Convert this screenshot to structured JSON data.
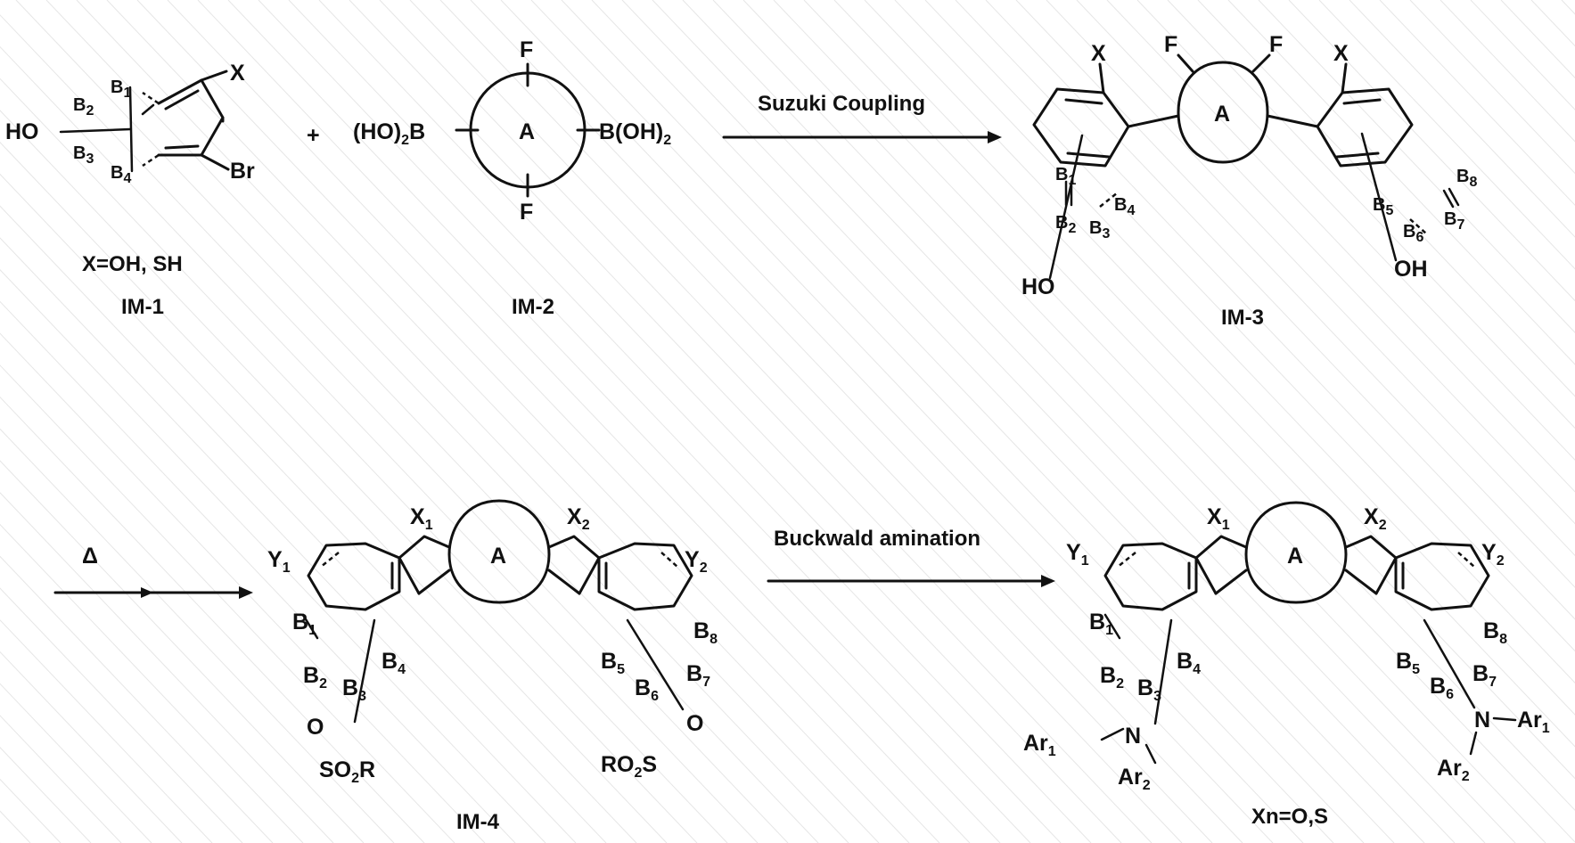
{
  "reaction1": {
    "reagent_label": "Suzuki Coupling",
    "plus": "+",
    "im1": {
      "name": "IM-1",
      "note": "X=OH, SH",
      "atoms": {
        "ho": "HO",
        "x": "X",
        "br": "Br",
        "b1": "B",
        "b1s": "1",
        "b2": "B",
        "b2s": "2",
        "b3": "B",
        "b3s": "3",
        "b4": "B",
        "b4s": "4"
      }
    },
    "im2": {
      "name": "IM-2",
      "atoms": {
        "ring": "A",
        "f_top": "F",
        "f_bottom": "F",
        "left": "(HO)",
        "left_sub": "2",
        "left_b": "B",
        "right": "B(OH)",
        "right_sub": "2"
      }
    },
    "im3": {
      "name": "IM-3",
      "atoms": {
        "ring": "A",
        "f_left": "F",
        "f_right": "F",
        "x_left": "X",
        "x_right": "X",
        "oh_left": "HO",
        "oh_right": "OH",
        "b1": "B",
        "b1s": "1",
        "b2": "B",
        "b2s": "2",
        "b3": "B",
        "b3s": "3",
        "b4": "B",
        "b4s": "4",
        "b5": "B",
        "b5s": "5",
        "b6": "B",
        "b6s": "6",
        "b7": "B",
        "b7s": "7",
        "b8": "B",
        "b8s": "8"
      }
    }
  },
  "reaction2": {
    "heat_label": "Δ",
    "reagent_label": "Buckwald amination",
    "im4": {
      "name": "IM-4",
      "atoms": {
        "ring": "A",
        "x1": "X",
        "x1s": "1",
        "x2": "X",
        "x2s": "2",
        "y1": "Y",
        "y1s": "1",
        "y2": "Y",
        "y2s": "2",
        "o_left": "O",
        "o_right": "O",
        "so2r_left": "SO",
        "so2r_left_sub": "2",
        "so2r_left_r": "R",
        "ro2s_right": "RO",
        "ro2s_right_sub": "2",
        "ro2s_right_s": "S",
        "b1": "B",
        "b1s": "1",
        "b2": "B",
        "b2s": "2",
        "b3": "B",
        "b3s": "3",
        "b4": "B",
        "b4s": "4",
        "b5": "B",
        "b5s": "5",
        "b6": "B",
        "b6s": "6",
        "b7": "B",
        "b7s": "7",
        "b8": "B",
        "b8s": "8"
      }
    },
    "product": {
      "name": "Xn=O,S",
      "atoms": {
        "ring": "A",
        "x1": "X",
        "x1s": "1",
        "x2": "X",
        "x2s": "2",
        "y1": "Y",
        "y1s": "1",
        "y2": "Y",
        "y2s": "2",
        "n_left": "N",
        "n_right": "N",
        "ar1_left": "Ar",
        "ar1_left_s": "1",
        "ar2_left": "Ar",
        "ar2_left_s": "2",
        "ar1_right": "Ar",
        "ar1_right_s": "1",
        "ar2_right": "Ar",
        "ar2_right_s": "2",
        "b1": "B",
        "b1s": "1",
        "b2": "B",
        "b2s": "2",
        "b3": "B",
        "b3s": "3",
        "b4": "B",
        "b4s": "4",
        "b5": "B",
        "b5s": "5",
        "b6": "B",
        "b6s": "6",
        "b7": "B",
        "b7s": "7",
        "b8": "B",
        "b8s": "8"
      }
    }
  }
}
